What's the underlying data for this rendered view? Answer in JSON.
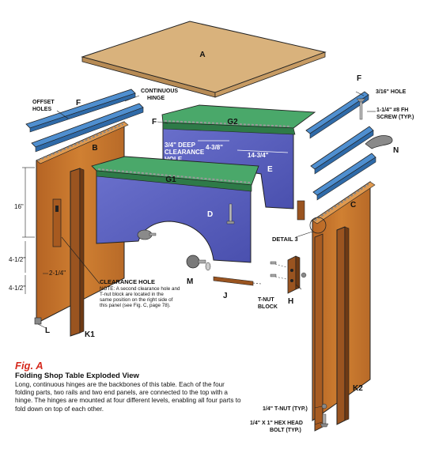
{
  "caption": {
    "figure": "Fig. A",
    "title": "Folding Shop Table Exploded View",
    "text": "Long, continuous hinges are the backbones of this table. Each of the four folding parts, two rails and two end panels, are connected to the top with a hinge. The hinges are mounted at four different levels, enabling all four parts to fold down on top of each other."
  },
  "parts": {
    "top": "A",
    "end_left": "B",
    "end_right": "C",
    "rail_front": "D",
    "rail_back": "E",
    "strip_left": "F",
    "strip_back": "F",
    "strip_right": "F",
    "g1": "G1",
    "g2": "G2",
    "tnut_block": "H",
    "rod": "J",
    "leg_k1": "K1",
    "leg_k2": "K2",
    "foot": "L",
    "knob": "M",
    "handle": "N"
  },
  "labels": {
    "offset_holes": [
      "OFFSET",
      "HOLES"
    ],
    "continuous_hinge": [
      "CONTINUOUS",
      "HINGE"
    ],
    "clearance_hole": "CLEARANCE HOLE",
    "clearance_note": [
      "NOTE: A second clearance hole and",
      "T-nut block are located in the",
      "same position on the right side of",
      "this panel (see Fig. C, page 78)."
    ],
    "deep_clearance": [
      "3/4\" DEEP",
      "CLEARANCE",
      "HOLE"
    ],
    "hole_3_16": "3/16\" HOLE",
    "fh_screw": [
      "1-1/4\" #8 FH",
      "SCREW (TYP.)"
    ],
    "detail": "DETAIL 3",
    "tnut_block": [
      "T-NUT",
      "BLOCK"
    ],
    "tnut_typ": "1/4\" T-NUT (TYP.)",
    "hex_bolt": [
      "1/4\" X 1\" HEX HEAD",
      "BOLT (TYP.)"
    ]
  },
  "dimensions": {
    "d_16": "16\"",
    "d_4_half_a": "4-1/2\"",
    "d_2_quarter": "2-1/4\"",
    "d_4_half_b": "4-1/2\"",
    "d_4_3_8": "4-3/8\"",
    "d_14_3_4": "14-3/4\""
  },
  "colors": {
    "wood": "#c8762a",
    "wood_dark": "#8a4a1c",
    "top": "#d9b27c",
    "rail": "#5b62c0",
    "rail_dark": "#3c4296",
    "green": "#4aa86a",
    "blue_strip": "#4f8fd0",
    "accent": "#d62a1e"
  }
}
